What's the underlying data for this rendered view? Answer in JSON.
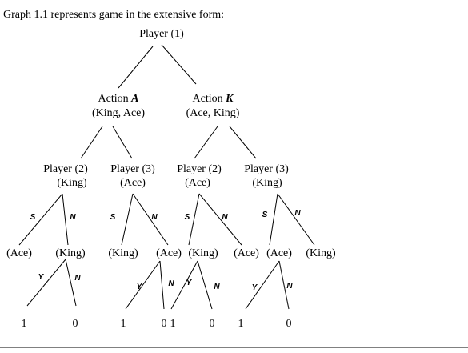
{
  "caption": "Graph 1.1 represents game in the extensive form:",
  "root": "Player (1)",
  "actions": [
    {
      "name": "Action ",
      "letter": "A",
      "cards": "(King, Ace)"
    },
    {
      "name": "Action ",
      "letter": "K",
      "cards": "(Ace, King)"
    }
  ],
  "players": [
    {
      "name": "Player (2)",
      "card": "(King)"
    },
    {
      "name": "Player (3)",
      "card": "(Ace)"
    },
    {
      "name": "Player (2)",
      "card": "(Ace)"
    },
    {
      "name": "Player (3)",
      "card": "(King)"
    }
  ],
  "branch_labels": {
    "s": "S",
    "n": "N",
    "y": "Y"
  },
  "level3_nodes": [
    "(Ace)",
    "(King)",
    "(King)",
    "(Ace)",
    "(King)",
    "(Ace)",
    "(Ace)",
    "(King)"
  ],
  "payoffs": [
    "1",
    "0",
    "1",
    "0",
    "1",
    "0",
    "1",
    "0"
  ]
}
